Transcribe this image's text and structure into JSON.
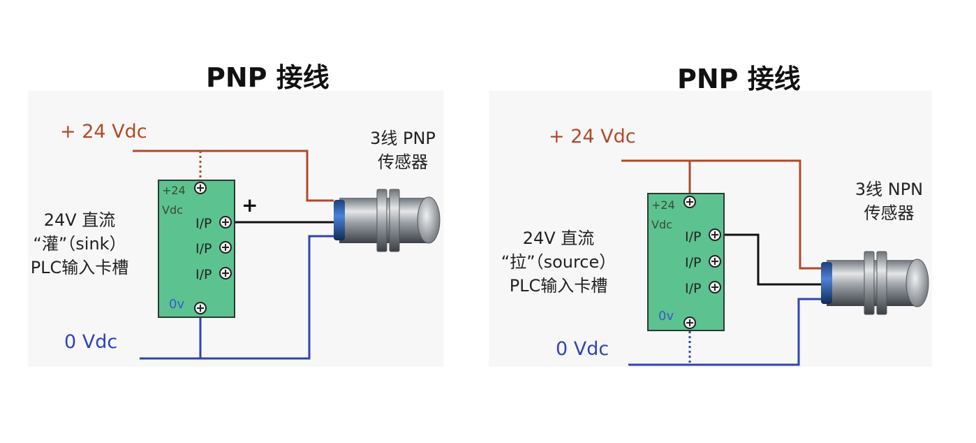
{
  "diagrams": [
    {
      "title": "PNP 接线",
      "supply_positive": "+ 24 Vdc",
      "supply_zero": "0 Vdc",
      "sensor_label_line1": "3线 PNP",
      "sensor_label_line2": "传感器",
      "plc_label_line1": "24V 直流",
      "plc_label_line2": "“灌”（sink）",
      "plc_label_line3": "PLC输入卡槽",
      "card_supply_top": "+24",
      "card_supply_bottom": "Vdc",
      "card_inputs": [
        "I/P",
        "I/P",
        "I/P"
      ],
      "card_zero": "0v",
      "output_polarity": "+"
    },
    {
      "title": "PNP 接线",
      "supply_positive": "+ 24 Vdc",
      "supply_zero": "0 Vdc",
      "sensor_label_line1": "3线 NPN",
      "sensor_label_line2": "传感器",
      "plc_label_line1": "24V 直流",
      "plc_label_line2": "“拉”（source）",
      "plc_label_line3": "PLC输入卡槽",
      "card_supply_top": "+24",
      "card_supply_bottom": "Vdc",
      "card_inputs": [
        "I/P",
        "I/P",
        "I/P"
      ],
      "card_zero": "0v"
    }
  ],
  "colors": {
    "positive_wire": "#b04a28",
    "zero_wire": "#2f43b8",
    "signal_wire": "#111111",
    "plc_card": "#5cc290"
  }
}
